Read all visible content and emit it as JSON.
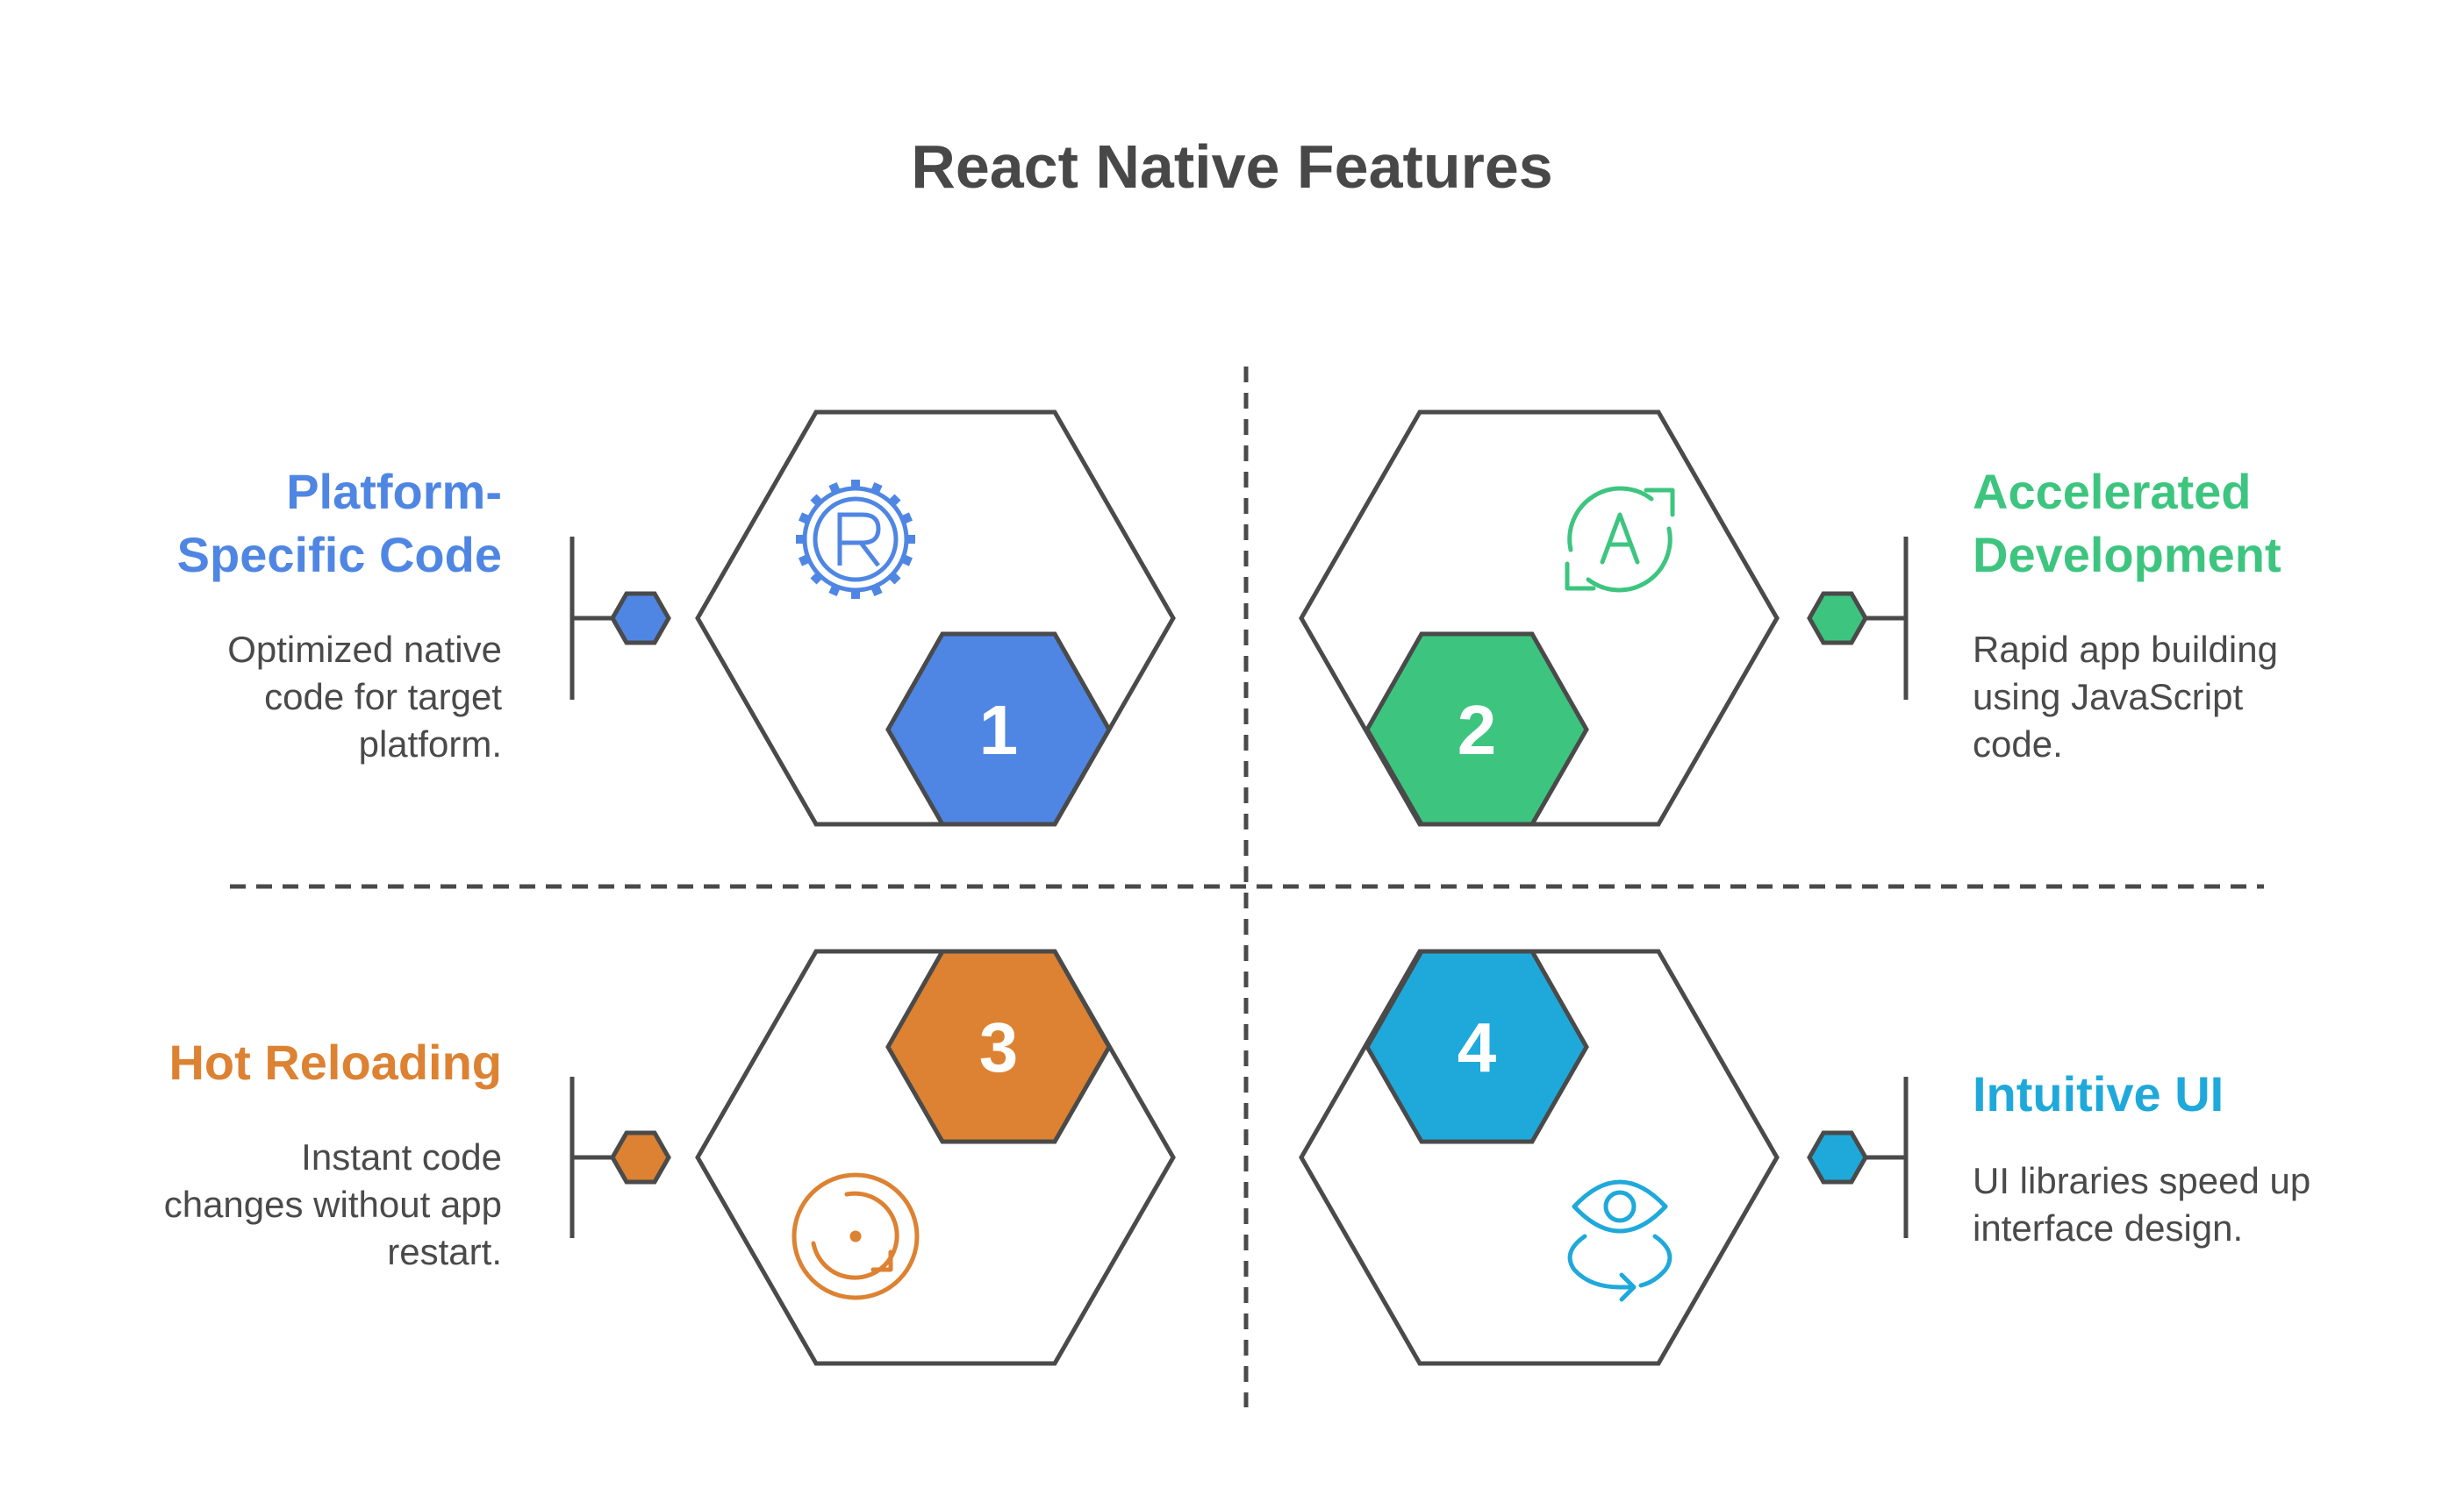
{
  "title": "React Native Features",
  "colors": {
    "blue": "#4f86e3",
    "green": "#3dc57f",
    "orange": "#dc8232",
    "cyan": "#1fa9db",
    "outline": "#4a4a4a",
    "text": "#4a4a4a"
  },
  "features": [
    {
      "number": "1",
      "heading_line1": "Platform-",
      "heading_line2": "Specific Code",
      "desc_line1": "Optimized native",
      "desc_line2": "code for target",
      "desc_line3": "platform.",
      "icon": "rust-gear-icon",
      "color": "#4f86e3"
    },
    {
      "number": "2",
      "heading_line1": "Accelerated",
      "heading_line2": "Development",
      "desc_line1": "Rapid app building",
      "desc_line2": "using JavaScript",
      "desc_line3": "code.",
      "icon": "auto-refresh-a-icon",
      "color": "#3dc57f"
    },
    {
      "number": "3",
      "heading_line1": "Hot Reloading",
      "desc_line1": "Instant code",
      "desc_line2": "changes without app",
      "desc_line3": "restart.",
      "icon": "reload-circle-icon",
      "color": "#dc8232"
    },
    {
      "number": "4",
      "heading_line1": "Intuitive UI",
      "desc_line1": "UI libraries speed up",
      "desc_line2": "interface design.",
      "icon": "eye-rotate-icon",
      "color": "#1fa9db"
    }
  ]
}
